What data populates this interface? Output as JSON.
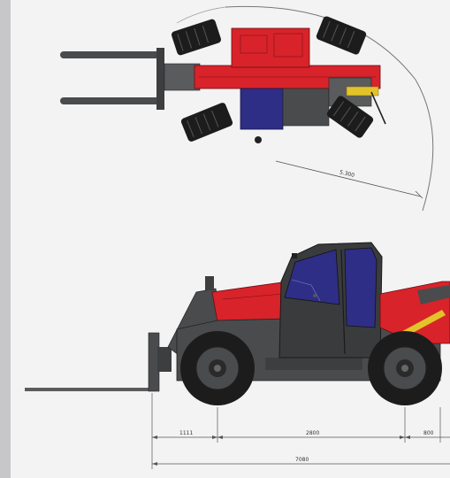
{
  "colors": {
    "sidebar": "#c7c7c9",
    "background": "#f3f3f3",
    "red": "#d8232a",
    "dark_grey": "#4a4b4d",
    "black": "#1c1c1c",
    "blue_glass": "#2e2e86",
    "yellow": "#e3c32a",
    "line": "#555555"
  },
  "top_view": {
    "turning_radius_label": "5.300"
  },
  "side_view": {
    "dimensions": {
      "front_overhang": "1111",
      "wheelbase": "2800",
      "rear_overhang": "800",
      "overall_length": "7080"
    }
  }
}
